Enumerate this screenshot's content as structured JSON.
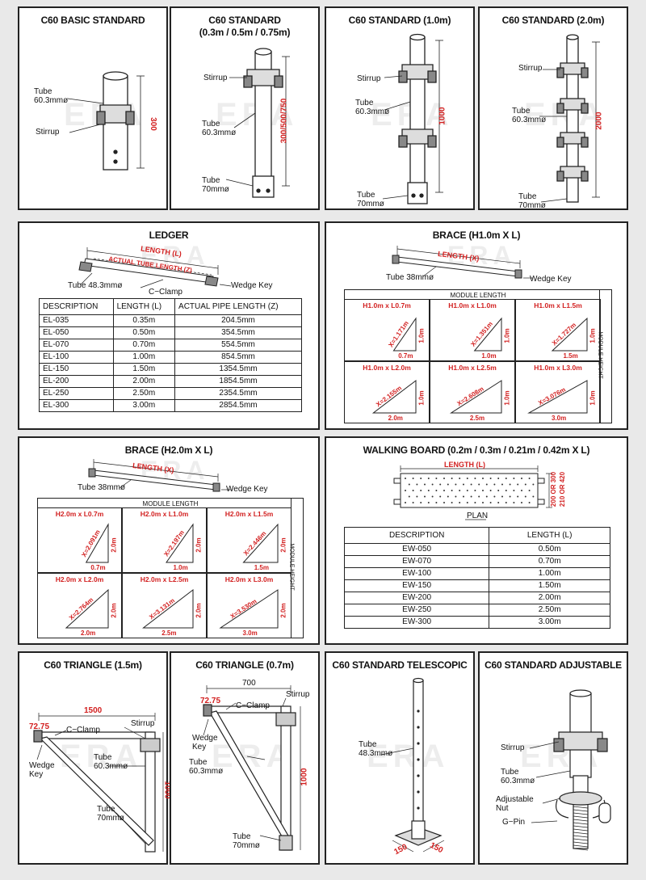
{
  "watermark": "ERA",
  "row1": {
    "basic": {
      "title": "C60 BASIC STANDARD",
      "tube": "Tube\n60.3mmø",
      "stirrup": "Stirrup",
      "dim": "300"
    },
    "standard": {
      "title": "C60 STANDARD",
      "subtitle": "(0.3m / 0.5m / 0.75m)",
      "stirrup": "Stirrup",
      "tube1": "Tube\n60.3mmø",
      "tube2": "Tube\n70mmø",
      "dim": "300/500/750"
    },
    "std1m": {
      "title": "C60 STANDARD (1.0m)",
      "stirrup": "Stirrup",
      "tube1": "Tube\n60.3mmø",
      "tube2": "Tube\n70mmø",
      "dim": "1000"
    },
    "std2m": {
      "title": "C60 STANDARD (2.0m)",
      "stirrup": "Stirrup",
      "tube1": "Tube\n60.3mmø",
      "tube2": "Tube\n70mmø",
      "dim": "2000"
    }
  },
  "ledger": {
    "title": "LEDGER",
    "length_label": "LENGTH (L)",
    "actual_label": "ACTUAL TUBE LENGTH (Z)",
    "tube": "Tube 48.3mmø",
    "clamp": "C−Clamp",
    "wedge": "Wedge Key",
    "headers": [
      "DESCRIPTION",
      "LENGTH (L)",
      "ACTUAL PIPE LENGTH (Z)"
    ],
    "rows": [
      [
        "EL-035",
        "0.35m",
        "204.5mm"
      ],
      [
        "EL-050",
        "0.50m",
        "354.5mm"
      ],
      [
        "EL-070",
        "0.70m",
        "554.5mm"
      ],
      [
        "EL-100",
        "1.00m",
        "854.5mm"
      ],
      [
        "EL-150",
        "1.50m",
        "1354.5mm"
      ],
      [
        "EL-200",
        "2.00m",
        "1854.5mm"
      ],
      [
        "EL-250",
        "2.50m",
        "2354.5mm"
      ],
      [
        "EL-300",
        "3.00m",
        "2854.5mm"
      ]
    ]
  },
  "brace1": {
    "title": "BRACE (H1.0m X L)",
    "length_label": "LENGTH (X)",
    "tube": "Tube 38mmø",
    "wedge": "Wedge Key",
    "module_length": "MODULE LENGTH",
    "module_height": "MODULE HEIGHT",
    "cells": [
      {
        "title": "H1.0m x L0.7m",
        "x": "X=1.171m",
        "h": "1.0m",
        "l": "0.7m"
      },
      {
        "title": "H1.0m x L1.0m",
        "x": "X=1.351m",
        "h": "1.0m",
        "l": "1.0m"
      },
      {
        "title": "H1.0m x L1.5m",
        "x": "X=1.727m",
        "h": "1.0m",
        "l": "1.5m"
      },
      {
        "title": "H1.0m x L2.0m",
        "x": "X=2.155m",
        "h": "1.0m",
        "l": "2.0m"
      },
      {
        "title": "H1.0m x L2.5m",
        "x": "X=2.608m",
        "h": "1.0m",
        "l": "2.5m"
      },
      {
        "title": "H1.0m x L3.0m",
        "x": "X=3.076m",
        "h": "1.0m",
        "l": "3.0m"
      }
    ]
  },
  "brace2": {
    "title": "BRACE (H2.0m X L)",
    "length_label": "LENGTH (X)",
    "tube": "Tube 38mmø",
    "wedge": "Wedge Key",
    "module_length": "MODULE LENGTH",
    "module_height": "MODULE HEIGHT",
    "cells": [
      {
        "title": "H2.0m x L0.7m",
        "x": "X=2.091m",
        "h": "2.0m",
        "l": "0.7m"
      },
      {
        "title": "H2.0m x L1.0m",
        "x": "X=2.197m",
        "h": "2.0m",
        "l": "1.0m"
      },
      {
        "title": "H2.0m x L1.5m",
        "x": "X=2.446m",
        "h": "2.0m",
        "l": "1.5m"
      },
      {
        "title": "H2.0m x L2.0m",
        "x": "X=2.764m",
        "h": "2.0m",
        "l": "2.0m"
      },
      {
        "title": "H2.0m x L2.5m",
        "x": "X=3.131m",
        "h": "2.0m",
        "l": "2.5m"
      },
      {
        "title": "H2.0m x L3.0m",
        "x": "X=3.530m",
        "h": "2.0m",
        "l": "3.0m"
      }
    ]
  },
  "walking": {
    "title": "WALKING BOARD (0.2m / 0.3m / 0.21m / 0.42m X L)",
    "length_label": "LENGTH (L)",
    "width_label1": "200 OR 300",
    "width_label2": "210 OR 420",
    "plan": "PLAN",
    "headers": [
      "DESCRIPTION",
      "LENGTH (L)"
    ],
    "rows": [
      [
        "EW-050",
        "0.50m"
      ],
      [
        "EW-070",
        "0.70m"
      ],
      [
        "EW-100",
        "1.00m"
      ],
      [
        "EW-150",
        "1.50m"
      ],
      [
        "EW-200",
        "2.00m"
      ],
      [
        "EW-250",
        "2.50m"
      ],
      [
        "EW-300",
        "3.00m"
      ]
    ]
  },
  "row4": {
    "tri15": {
      "title": "C60 TRIANGLE (1.5m)",
      "dim_w": "1500",
      "dim_s": "72.75",
      "clamp": "C−Clamp",
      "stirrup": "Stirrup",
      "wedge": "Wedge\nKey",
      "tube1": "Tube\n60.3mmø",
      "tube2": "Tube\n70mmø",
      "dim_h": "1000"
    },
    "tri07": {
      "title": "C60 TRIANGLE (0.7m)",
      "dim_w": "700",
      "dim_s": "72.75",
      "clamp": "C−Clamp",
      "stirrup": "Stirrup",
      "wedge": "Wedge\nKey",
      "tube1": "Tube\n60.3mmø",
      "tube2": "Tube\n70mmø",
      "dim_h": "1000"
    },
    "tele": {
      "title": "C60 STANDARD TELESCOPIC",
      "tube": "Tube\n48.3mmø",
      "dim_a": "150",
      "dim_b": "150"
    },
    "adj": {
      "title": "C60 STANDARD ADJUSTABLE",
      "stirrup": "Stirrup",
      "tube": "Tube\n60.3mmø",
      "nut": "Adjustable\nNut",
      "pin": "G−Pin"
    }
  }
}
